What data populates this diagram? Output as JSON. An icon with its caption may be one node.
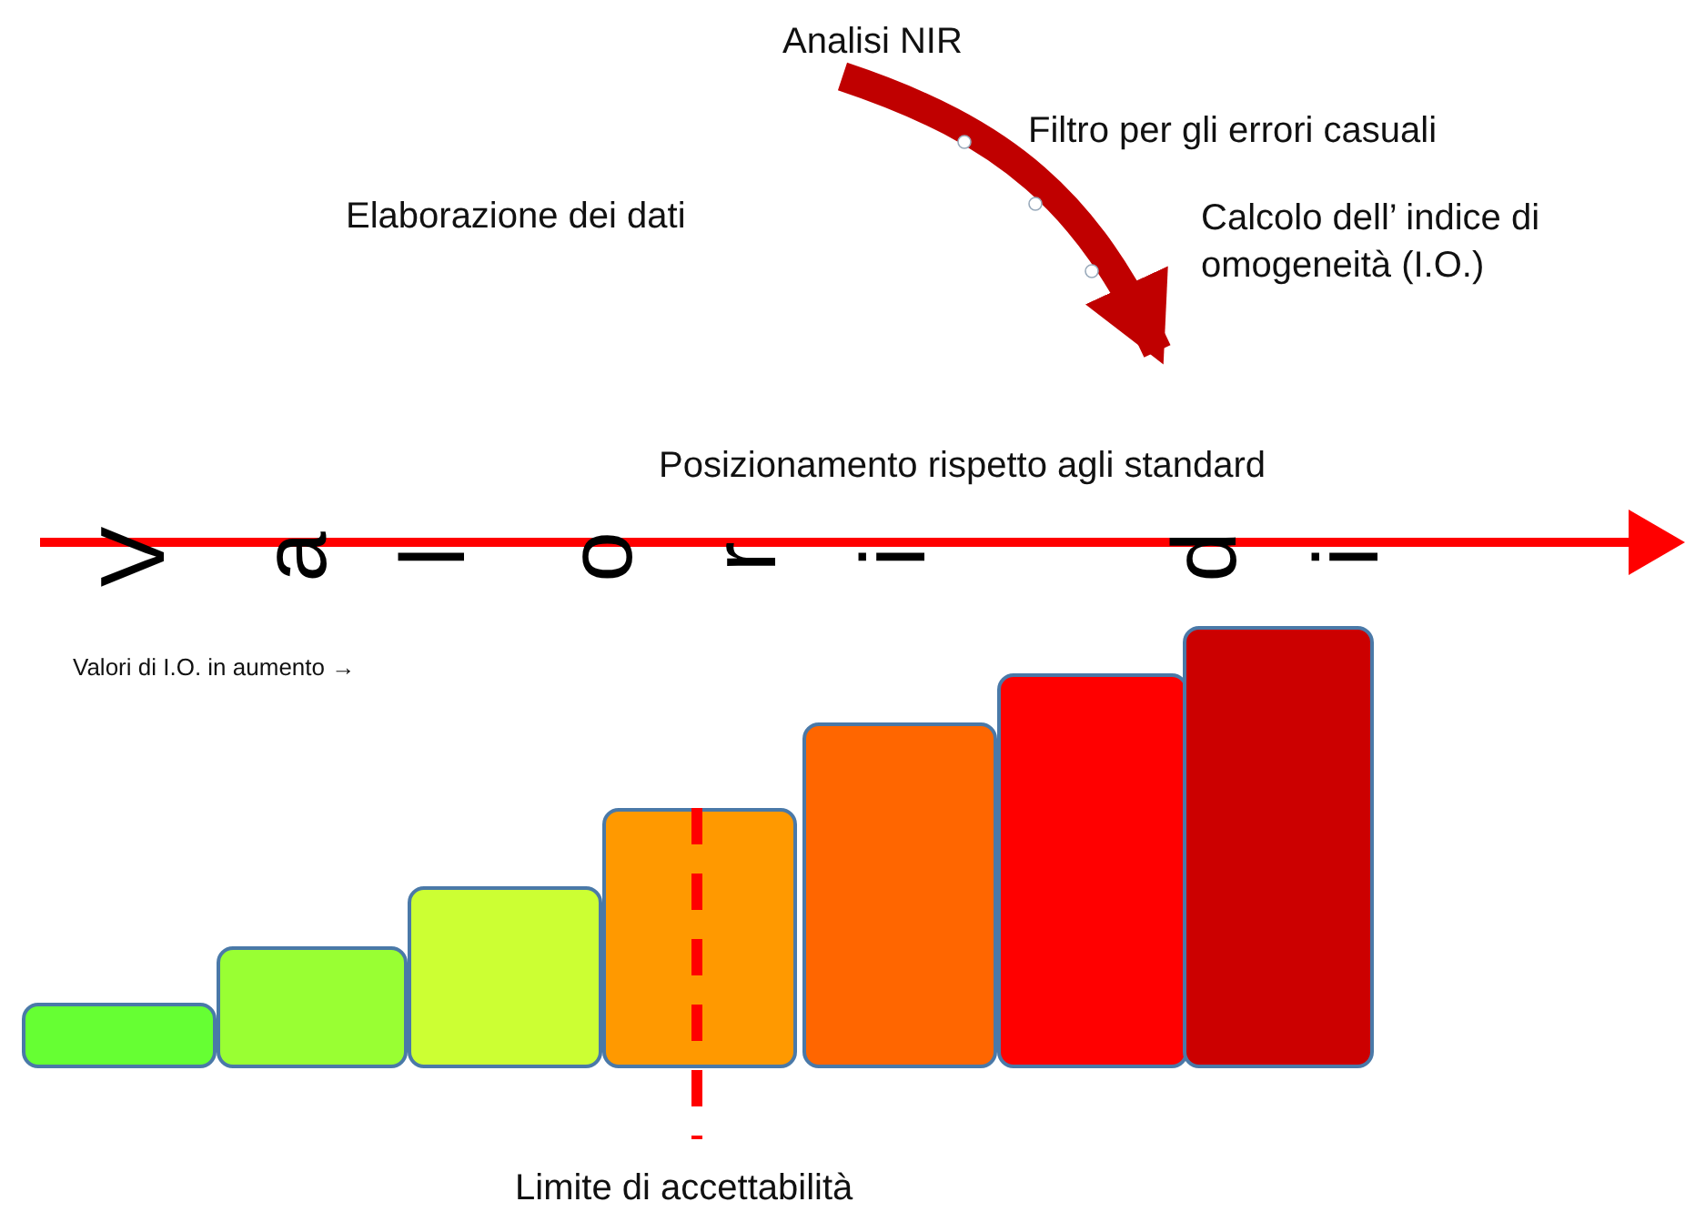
{
  "diagram": {
    "nodes": [
      {
        "text": [
          "Analisi NIR"
        ]
      },
      {
        "text": [
          "Posizionamento rispetto agli standard"
        ]
      },
      {
        "text": [],
        "shape": "bar"
      },
      {
        "text": [],
        "shape": "bar"
      },
      {
        "text": [],
        "shape": "bar"
      },
      {
        "text": [],
        "shape": "bar"
      },
      {
        "text": [],
        "shape": "bar"
      },
      {
        "text": [],
        "shape": "bar"
      },
      {
        "text": [],
        "shape": "bar"
      }
    ],
    "edges": [
      {
        "from": 0,
        "to": 1,
        "arrow": "to"
      }
    ],
    "labels": [
      "Filtro per gli errori casuali",
      "Elaborazione dei dati",
      "Calcolo dell’ indice di omogeneità (I.O.)",
      "V",
      "a",
      "l",
      "o",
      "r",
      "i",
      "d",
      "i",
      "Valori di I.O. in aumento →",
      "Limite di accettabilità"
    ]
  }
}
